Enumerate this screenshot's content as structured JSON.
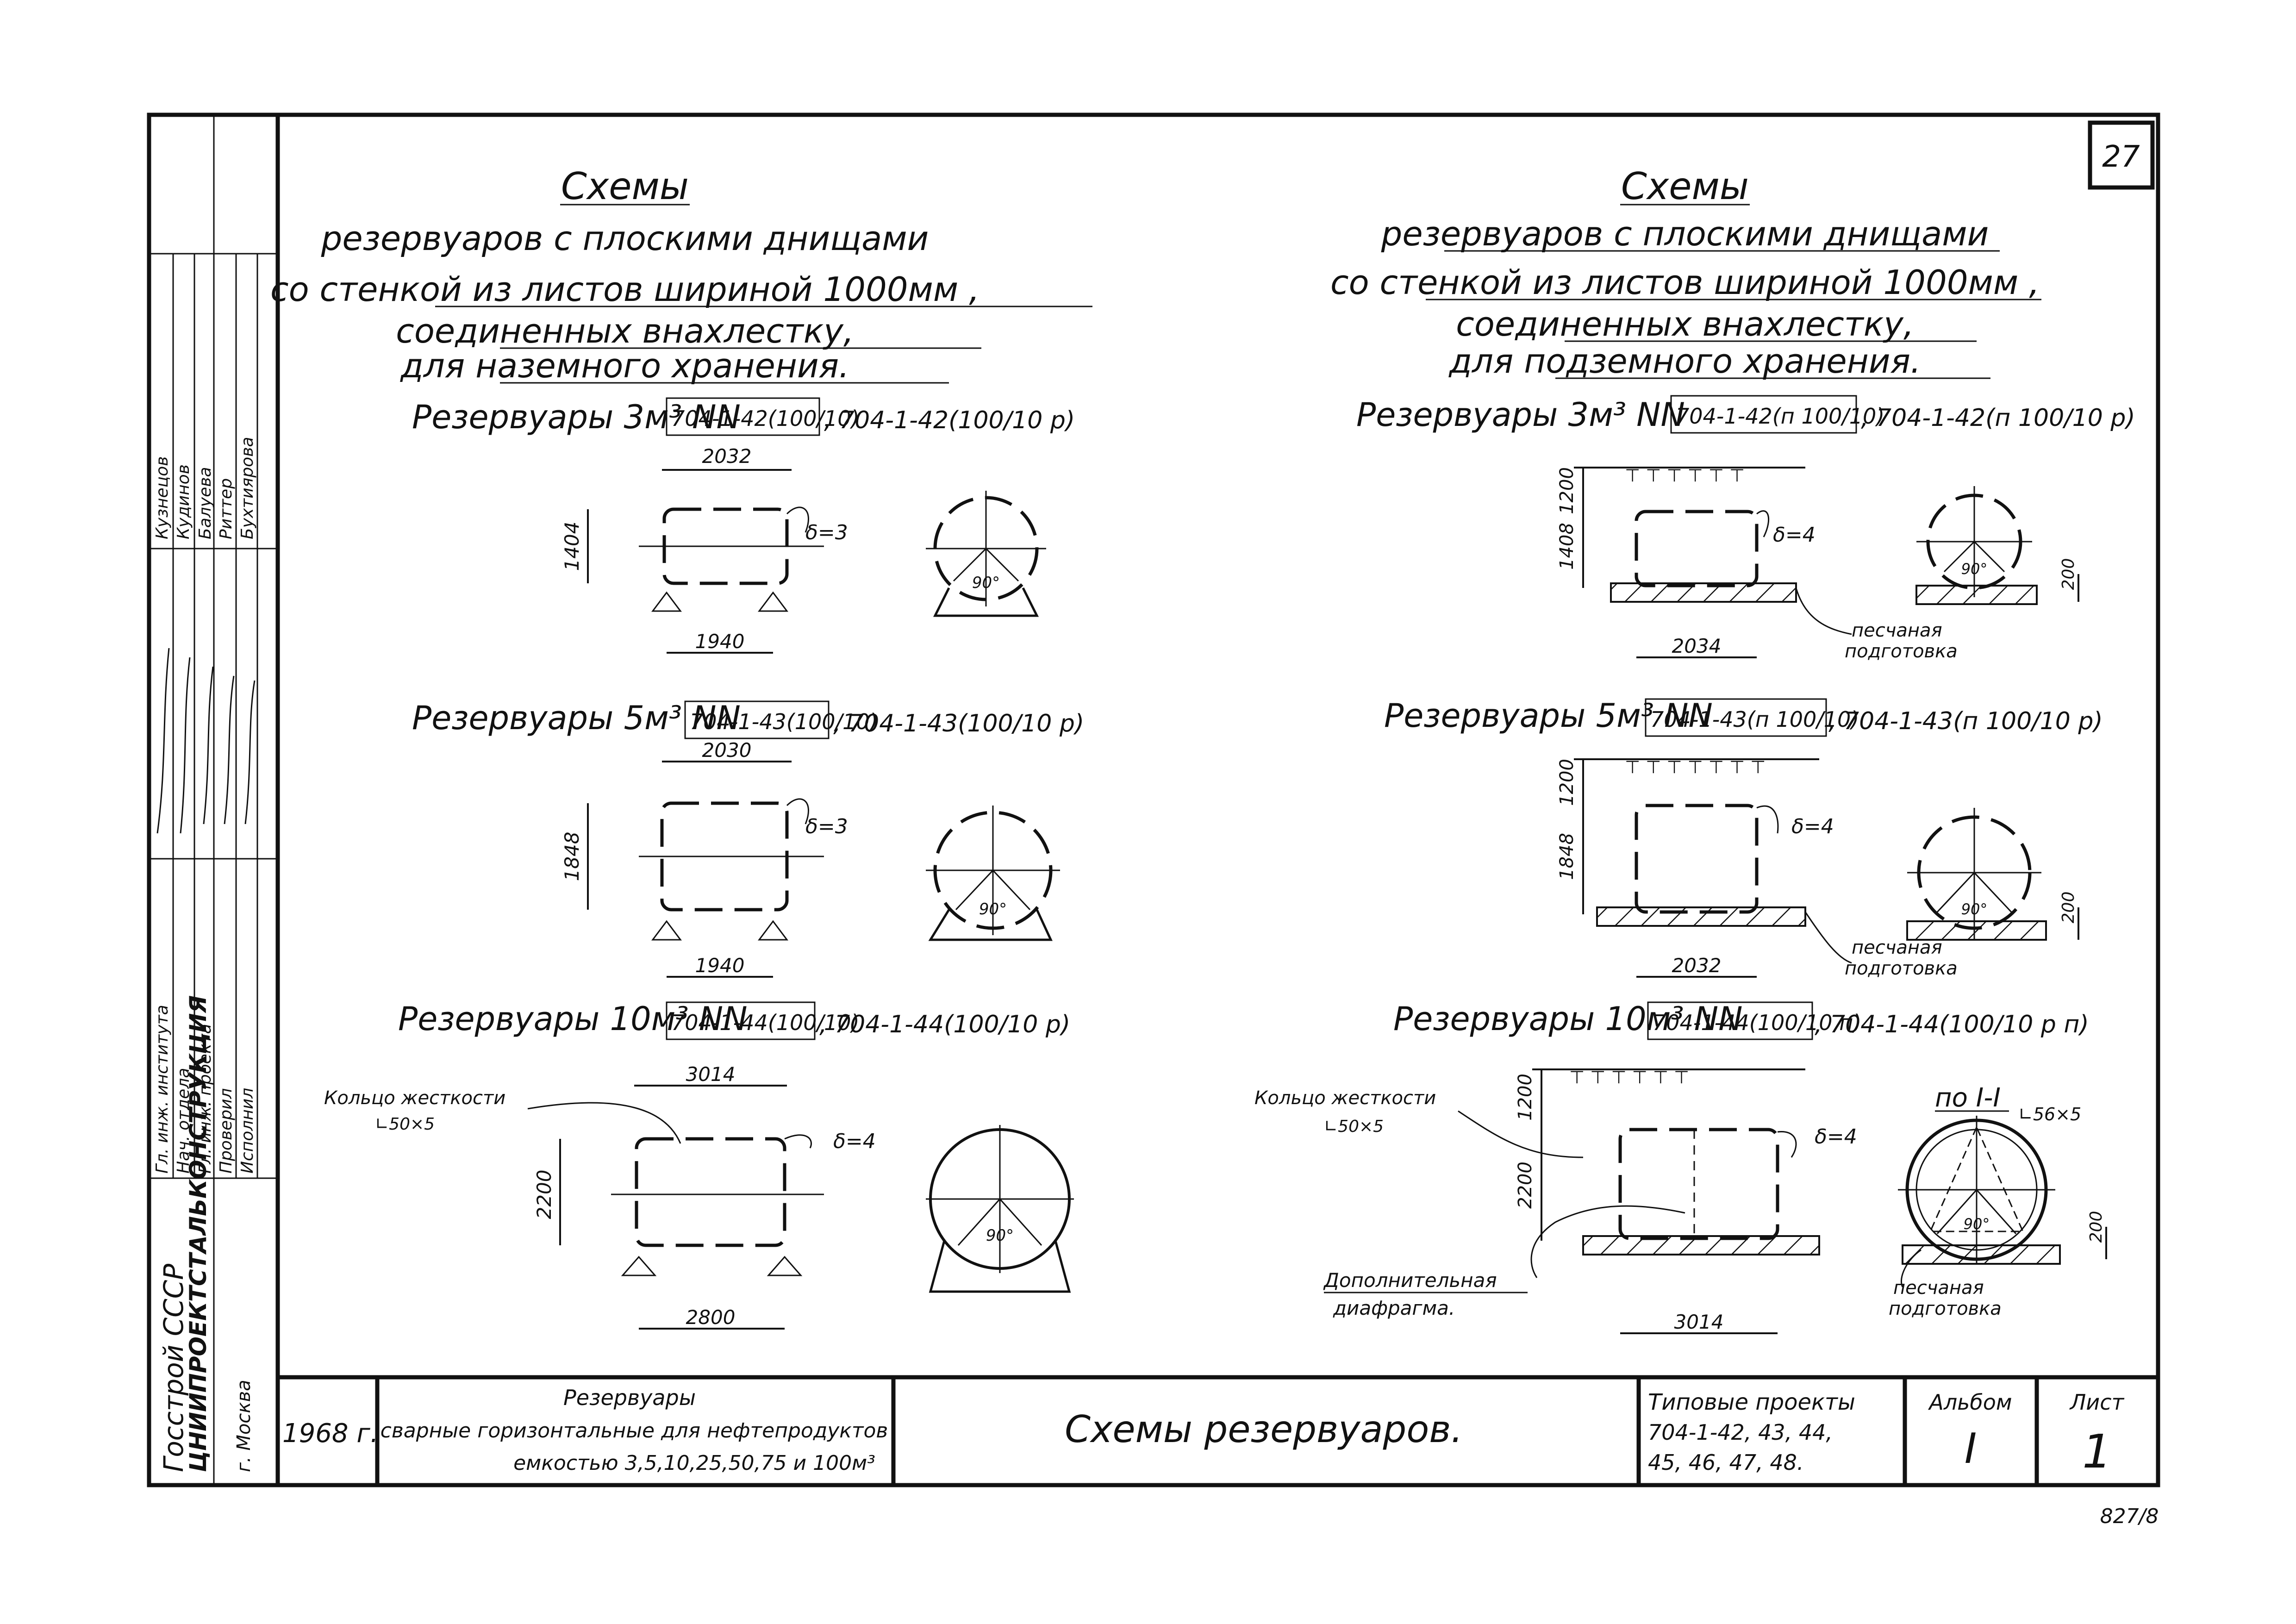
{
  "sheet_no": "27",
  "doc_code": "827/8",
  "left": {
    "title": [
      "Схемы",
      "резервуаров с плоскими днищами",
      "со стенкой из листов шириной 1000мм ,",
      "соединенных внахлестку,",
      "для наземного хранения."
    ],
    "rows": [
      {
        "label": "Резервуары 3м³ NN",
        "code1": "704-1-42(100/10)",
        "code2": ", 704-1-42(100/10 р)",
        "dim_top": "2032",
        "dim_h": "1404",
        "dim_bot": "1940",
        "thk": "δ=3",
        "angle": "90°"
      },
      {
        "label": "Резервуары 5м³ NN",
        "code1": "704-1-43(100/10)",
        "code2": ", 704-1-43(100/10 р)",
        "dim_top": "2030",
        "dim_h": "1848",
        "dim_bot": "1940",
        "thk": "δ=3",
        "angle": "90°"
      },
      {
        "label": "Резервуары 10м³ NN",
        "code1": "704-1-44(100/10)",
        "code2": ", 704-1-44(100/10 р)",
        "dim_top": "3014",
        "dim_h": "2200",
        "dim_bot": "2800",
        "thk": "δ=4",
        "angle": "90°",
        "ring": "Кольцо жесткости",
        "ring_size": "∟50×5"
      }
    ]
  },
  "right": {
    "title": [
      "Схемы",
      "резервуаров с плоскими днищами",
      "со стенкой из листов шириной 1000мм ,",
      "соединенных внахлестку,",
      "для подземного хранения."
    ],
    "rows": [
      {
        "label": "Резервуары 3м³ NN",
        "code1": "704-1-42(п 100/10)",
        "code2": ", 704-1-42(п 100/10 р)",
        "dim_top": "1200",
        "dim_h": "1408",
        "dim_bot": "2034",
        "thk": "δ=4",
        "angle": "90°",
        "sand": "200",
        "sand_label": [
          "песчаная",
          "подготовка"
        ]
      },
      {
        "label": "Резервуары 5м³ NN",
        "code1": "704-1-43(п 100/10)",
        "code2": ", 704-1-43(п 100/10 р)",
        "dim_top": "1200",
        "dim_h": "1848",
        "dim_bot": "2032",
        "thk": "δ=4",
        "angle": "90°",
        "sand": "200",
        "sand_label": [
          "песчаная",
          "подготовка"
        ]
      },
      {
        "label": "Резервуары 10м³ NN",
        "code1": "704-1-44(100/10 п)",
        "code2": ", 704-1-44(100/10 р п)",
        "dim_top": "1200",
        "dim_h": "2200",
        "dim_bot": "3014",
        "thk": "δ=4",
        "angle": "90°",
        "sand": "200",
        "sand_label": [
          "песчаная",
          "подготовка"
        ],
        "ring": "Кольцо жесткости",
        "ring_size": "∟50×5",
        "diaphragm": [
          "Дополнительная",
          "диафрагма."
        ],
        "section": "по I-I",
        "section_size": "∟56×5"
      }
    ]
  },
  "stamp": {
    "org": [
      "Госстрой СССР",
      "ЦНИИПРОЕКТСТАЛЬКОНСТРУКЦИЯ",
      "г. Москва"
    ],
    "roles": [
      "Гл. инж. института",
      "Нач. отдела",
      "Гл. инж. проекта",
      "Проверил",
      "Исполнил"
    ],
    "names": [
      "Кузнецов",
      "Кудинов",
      "Балуева",
      "Риттер",
      "Бухтиярова"
    ],
    "year": "1968 г.",
    "product": [
      "Резервуары",
      "сварные горизонтальные для нефтепродуктов",
      "емкостью 3,5,10,25,50,75 и 100м³"
    ],
    "sheet_title": "Схемы резервуаров.",
    "series": [
      "Типовые проекты",
      "704-1-42, 43, 44,",
      "45, 46, 47, 48."
    ],
    "album_label": "Альбом",
    "album_value": "I",
    "sheet_label": "Лист",
    "sheet_value": "1"
  },
  "colors": {
    "ink": "#111111",
    "paper": "#ffffff"
  }
}
